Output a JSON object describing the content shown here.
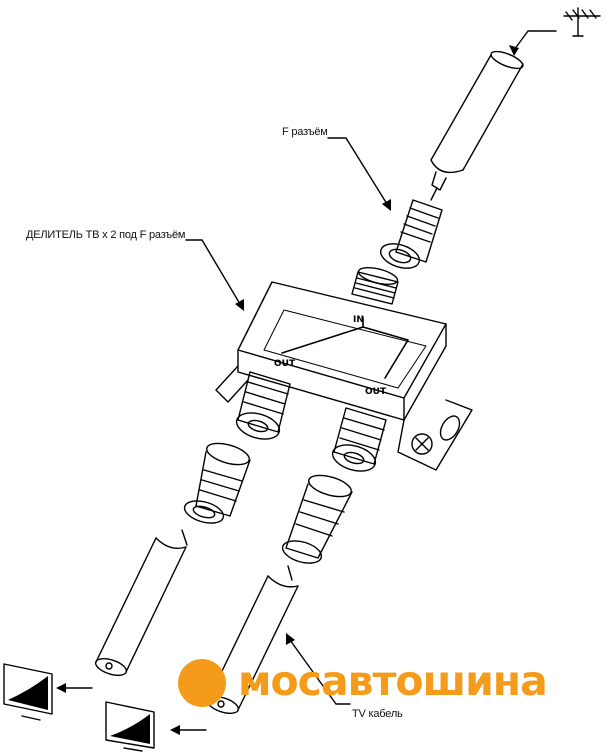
{
  "labels": {
    "f_connector": "F разъём",
    "splitter": "ДЕЛИТЕЛЬ ТВ х 2 под F разъём",
    "tv_cable": "TV кабель"
  },
  "ports": {
    "input": "IN",
    "output_left": "OUT",
    "output_right": "OUT"
  },
  "logo": {
    "text": "мосавтошина",
    "color": "#f59b1c"
  }
}
